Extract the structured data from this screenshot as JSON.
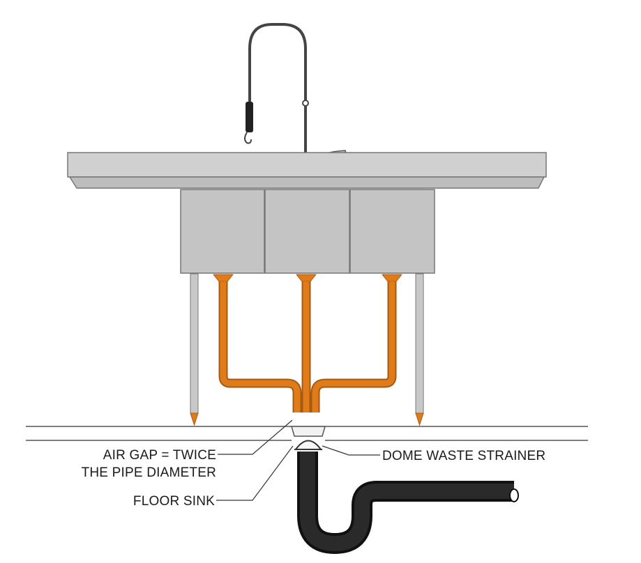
{
  "labels": {
    "air_gap_line1": "AIR GAP = TWICE",
    "air_gap_line2": "THE PIPE DIAMETER",
    "floor_sink": "FLOOR SINK",
    "dome_waste_strainer": "DOME WASTE STRAINER"
  },
  "colors": {
    "drain_pipe": "#e07b1a",
    "steel": "#c9c9c9",
    "trap": "#1a1a1a",
    "outline": "#555555"
  }
}
